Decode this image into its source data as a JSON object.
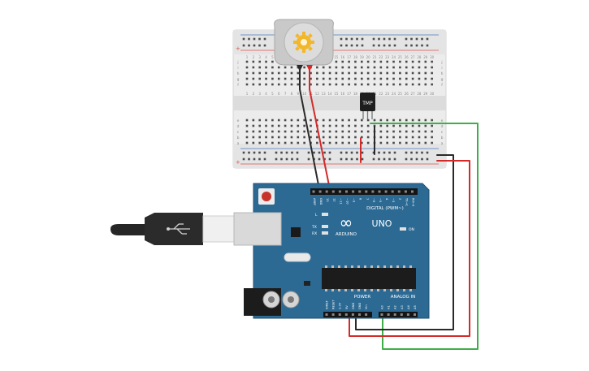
{
  "board": {
    "brand": "ARDUINO",
    "model": "UNO",
    "logo_symbol": "∞",
    "digital_header_label": "DIGITAL (PWM~)",
    "power_label": "POWER",
    "analog_label": "ANALOG IN",
    "led_labels": {
      "l": "L",
      "tx": "TX",
      "rx": "RX",
      "on": "ON"
    },
    "digital_pins": [
      "AREF",
      "GND",
      "13",
      "12",
      "~11",
      "~10",
      "~9",
      "8",
      "7",
      "~6",
      "~5",
      "4",
      "~3",
      "2",
      "TX→1",
      "RX←0"
    ],
    "power_pins": [
      "IOREF",
      "RESET",
      "3.3V",
      "5V",
      "GND",
      "GND",
      "Vin"
    ],
    "analog_pins": [
      "A0",
      "A1",
      "A2",
      "A3",
      "A4",
      "A5"
    ]
  },
  "sensor": {
    "label": "TMP"
  },
  "breadboard": {
    "column_numbers": [
      "1",
      "2",
      "3",
      "4",
      "5",
      "6",
      "7",
      "8",
      "9",
      "10",
      "11",
      "12",
      "13",
      "14",
      "15",
      "16",
      "17",
      "18",
      "19",
      "20",
      "21",
      "22",
      "23",
      "24",
      "25",
      "26",
      "27",
      "28",
      "29",
      "30"
    ],
    "rows_top": [
      "j",
      "i",
      "h",
      "g",
      "f"
    ],
    "rows_bottom": [
      "e",
      "d",
      "c",
      "b",
      "a"
    ],
    "rail_plus": "+",
    "rail_minus": "−"
  },
  "colors": {
    "board_blue": "#2c6a94",
    "board_dark": "#1f4f70",
    "wire_red": "#d42a2a",
    "wire_black": "#2a2a2a",
    "wire_green": "#3fae49",
    "breadboard": "#e9e9e9",
    "rail_red": "#d9534f",
    "rail_blue": "#4a78c0"
  }
}
